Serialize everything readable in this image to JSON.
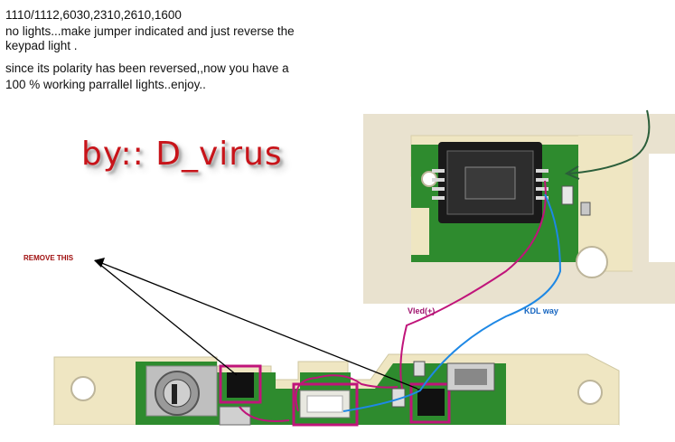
{
  "caption": {
    "models": "1110/1112,6030,2310,2610,1600",
    "line1": "no lights...make jumper indicated and just reverse the",
    "line2": "keypad light .",
    "line3": "since its polarity has been reversed,,now you have a",
    "line4": "100 % working parrallel lights..enjoy.."
  },
  "signature": "by:: D_virus",
  "labels": {
    "remove": "REMOVE THIS",
    "vled": "Vled(+)",
    "kdl": "KDL way"
  },
  "colors": {
    "pcb_green": "#2e8b2e",
    "board_cream": "#efe6c2",
    "highlight_magenta": "#c0147a",
    "trace_blue": "#1e88e5",
    "signature_red": "#c8141a"
  }
}
